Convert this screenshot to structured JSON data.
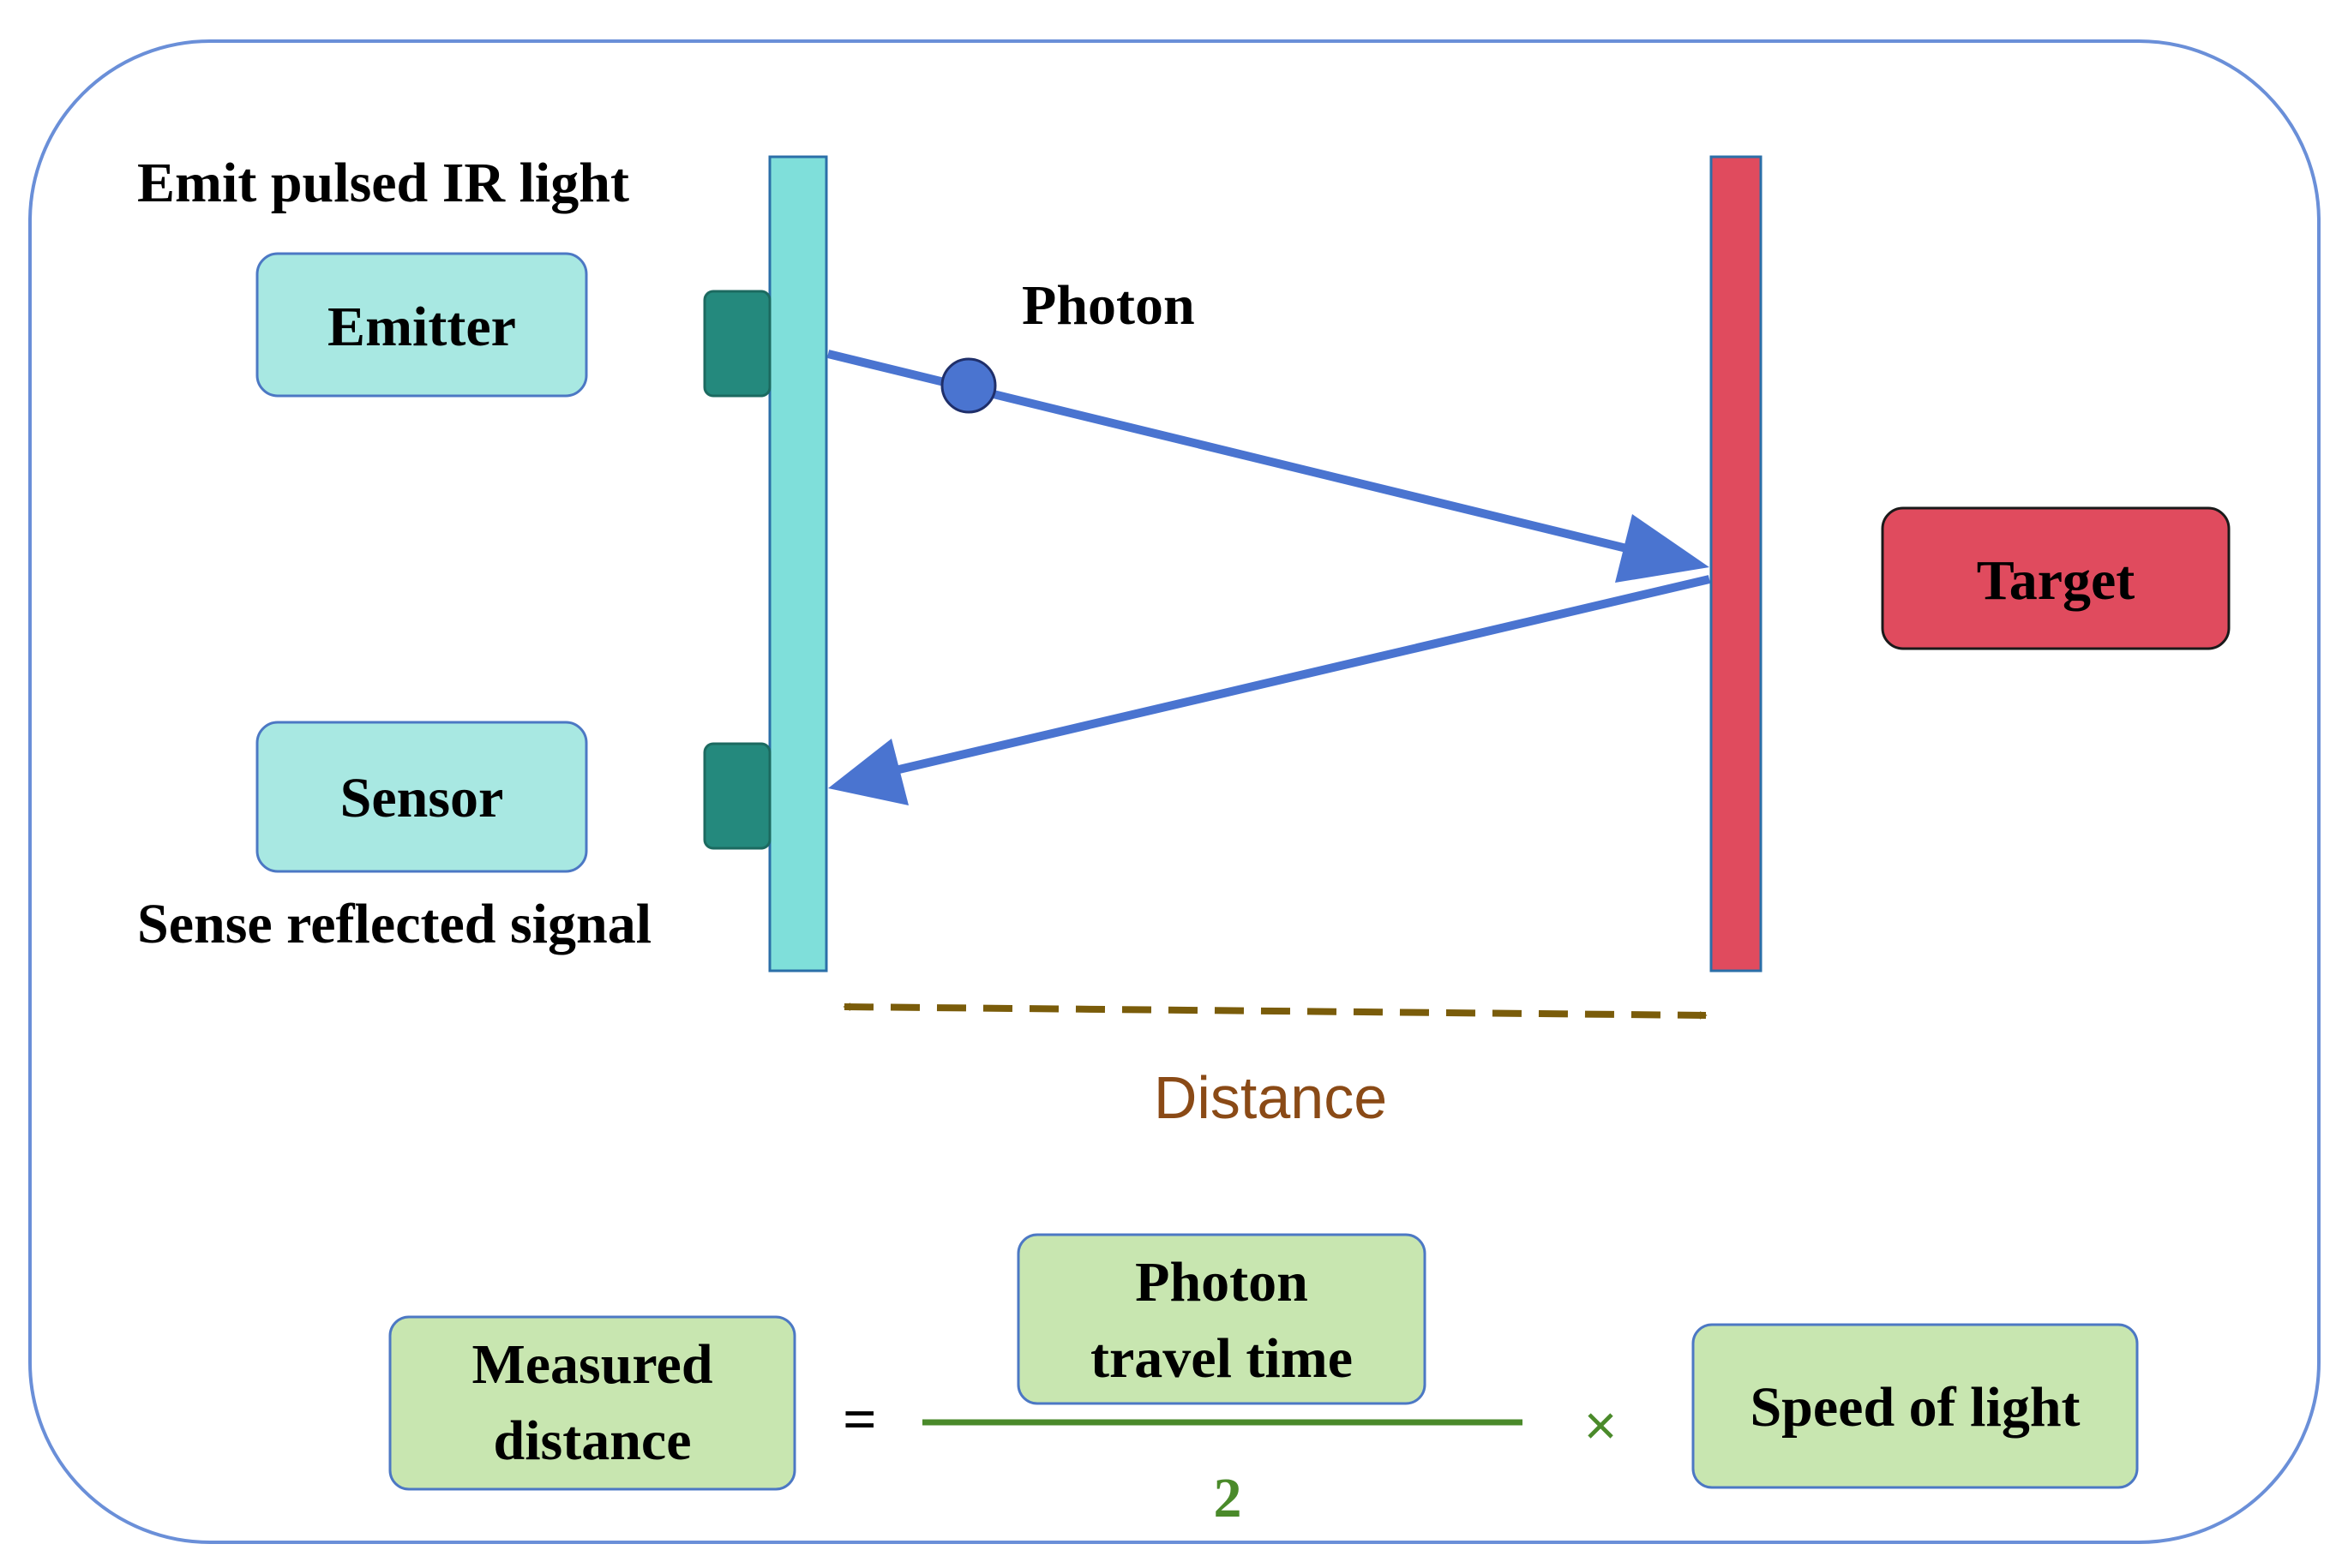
{
  "labels": {
    "emit_caption": "Emit pulsed IR light",
    "emitter": "Emitter",
    "photon": "Photon",
    "target": "Target",
    "sensor": "Sensor",
    "sense_caption": "Sense reflected signal",
    "distance": "Distance"
  },
  "formula": {
    "measured_line1": "Measured",
    "measured_line2": "distance",
    "equals": "=",
    "photon_line1": "Photon",
    "photon_line2": "travel time",
    "divisor": "2",
    "times": "×",
    "speed": "Speed of light"
  },
  "colors": {
    "frame": "#6a8fd8",
    "emitter_bar": "#7fdfda",
    "port": "#24897d",
    "target_bar": "#e04b5e",
    "beam": "#4a74d0",
    "label_box": "#a8e8e2",
    "target_box": "#e04b5e",
    "formula_box": "#c8e6b0",
    "distance_arrow": "#7a5c0a",
    "distance_text": "#8a4a16",
    "formula_line": "#4a8a2a"
  }
}
